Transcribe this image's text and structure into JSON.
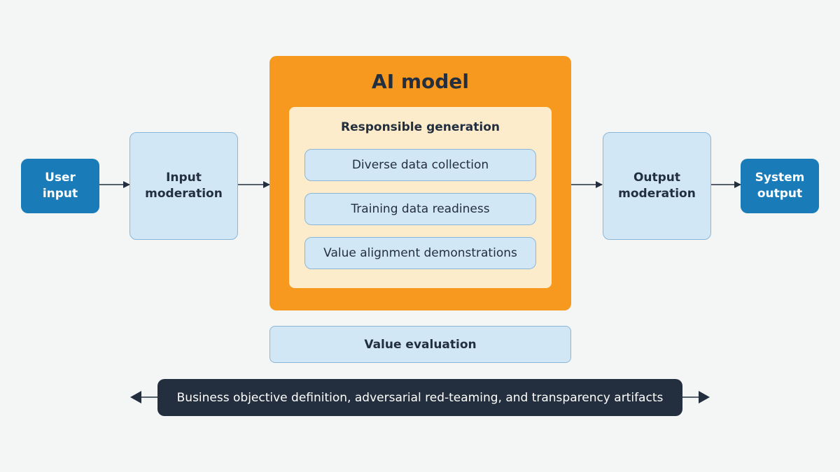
{
  "nodes": {
    "user_input": [
      "User",
      "input"
    ],
    "input_moderation": [
      "Input",
      "moderation"
    ],
    "ai_model": "AI model",
    "responsible_generation": {
      "title": "Responsible generation",
      "items": [
        "Diverse data collection",
        "Training data readiness",
        "Value alignment demonstrations"
      ]
    },
    "output_moderation": [
      "Output",
      "moderation"
    ],
    "system_output": [
      "System",
      "output"
    ],
    "value_evaluation": "Value evaluation",
    "bottom_bar": "Business objective definition, adversarial red-teaming, and transparency artifacts"
  },
  "colors": {
    "background": "#f4f5f5",
    "endpoint": "#1a7bb9",
    "light_box": "#d2e7f5",
    "ai_model": "#f7981f",
    "responsible_generation": "#fdeccc",
    "dark_bar": "#232f3e"
  }
}
